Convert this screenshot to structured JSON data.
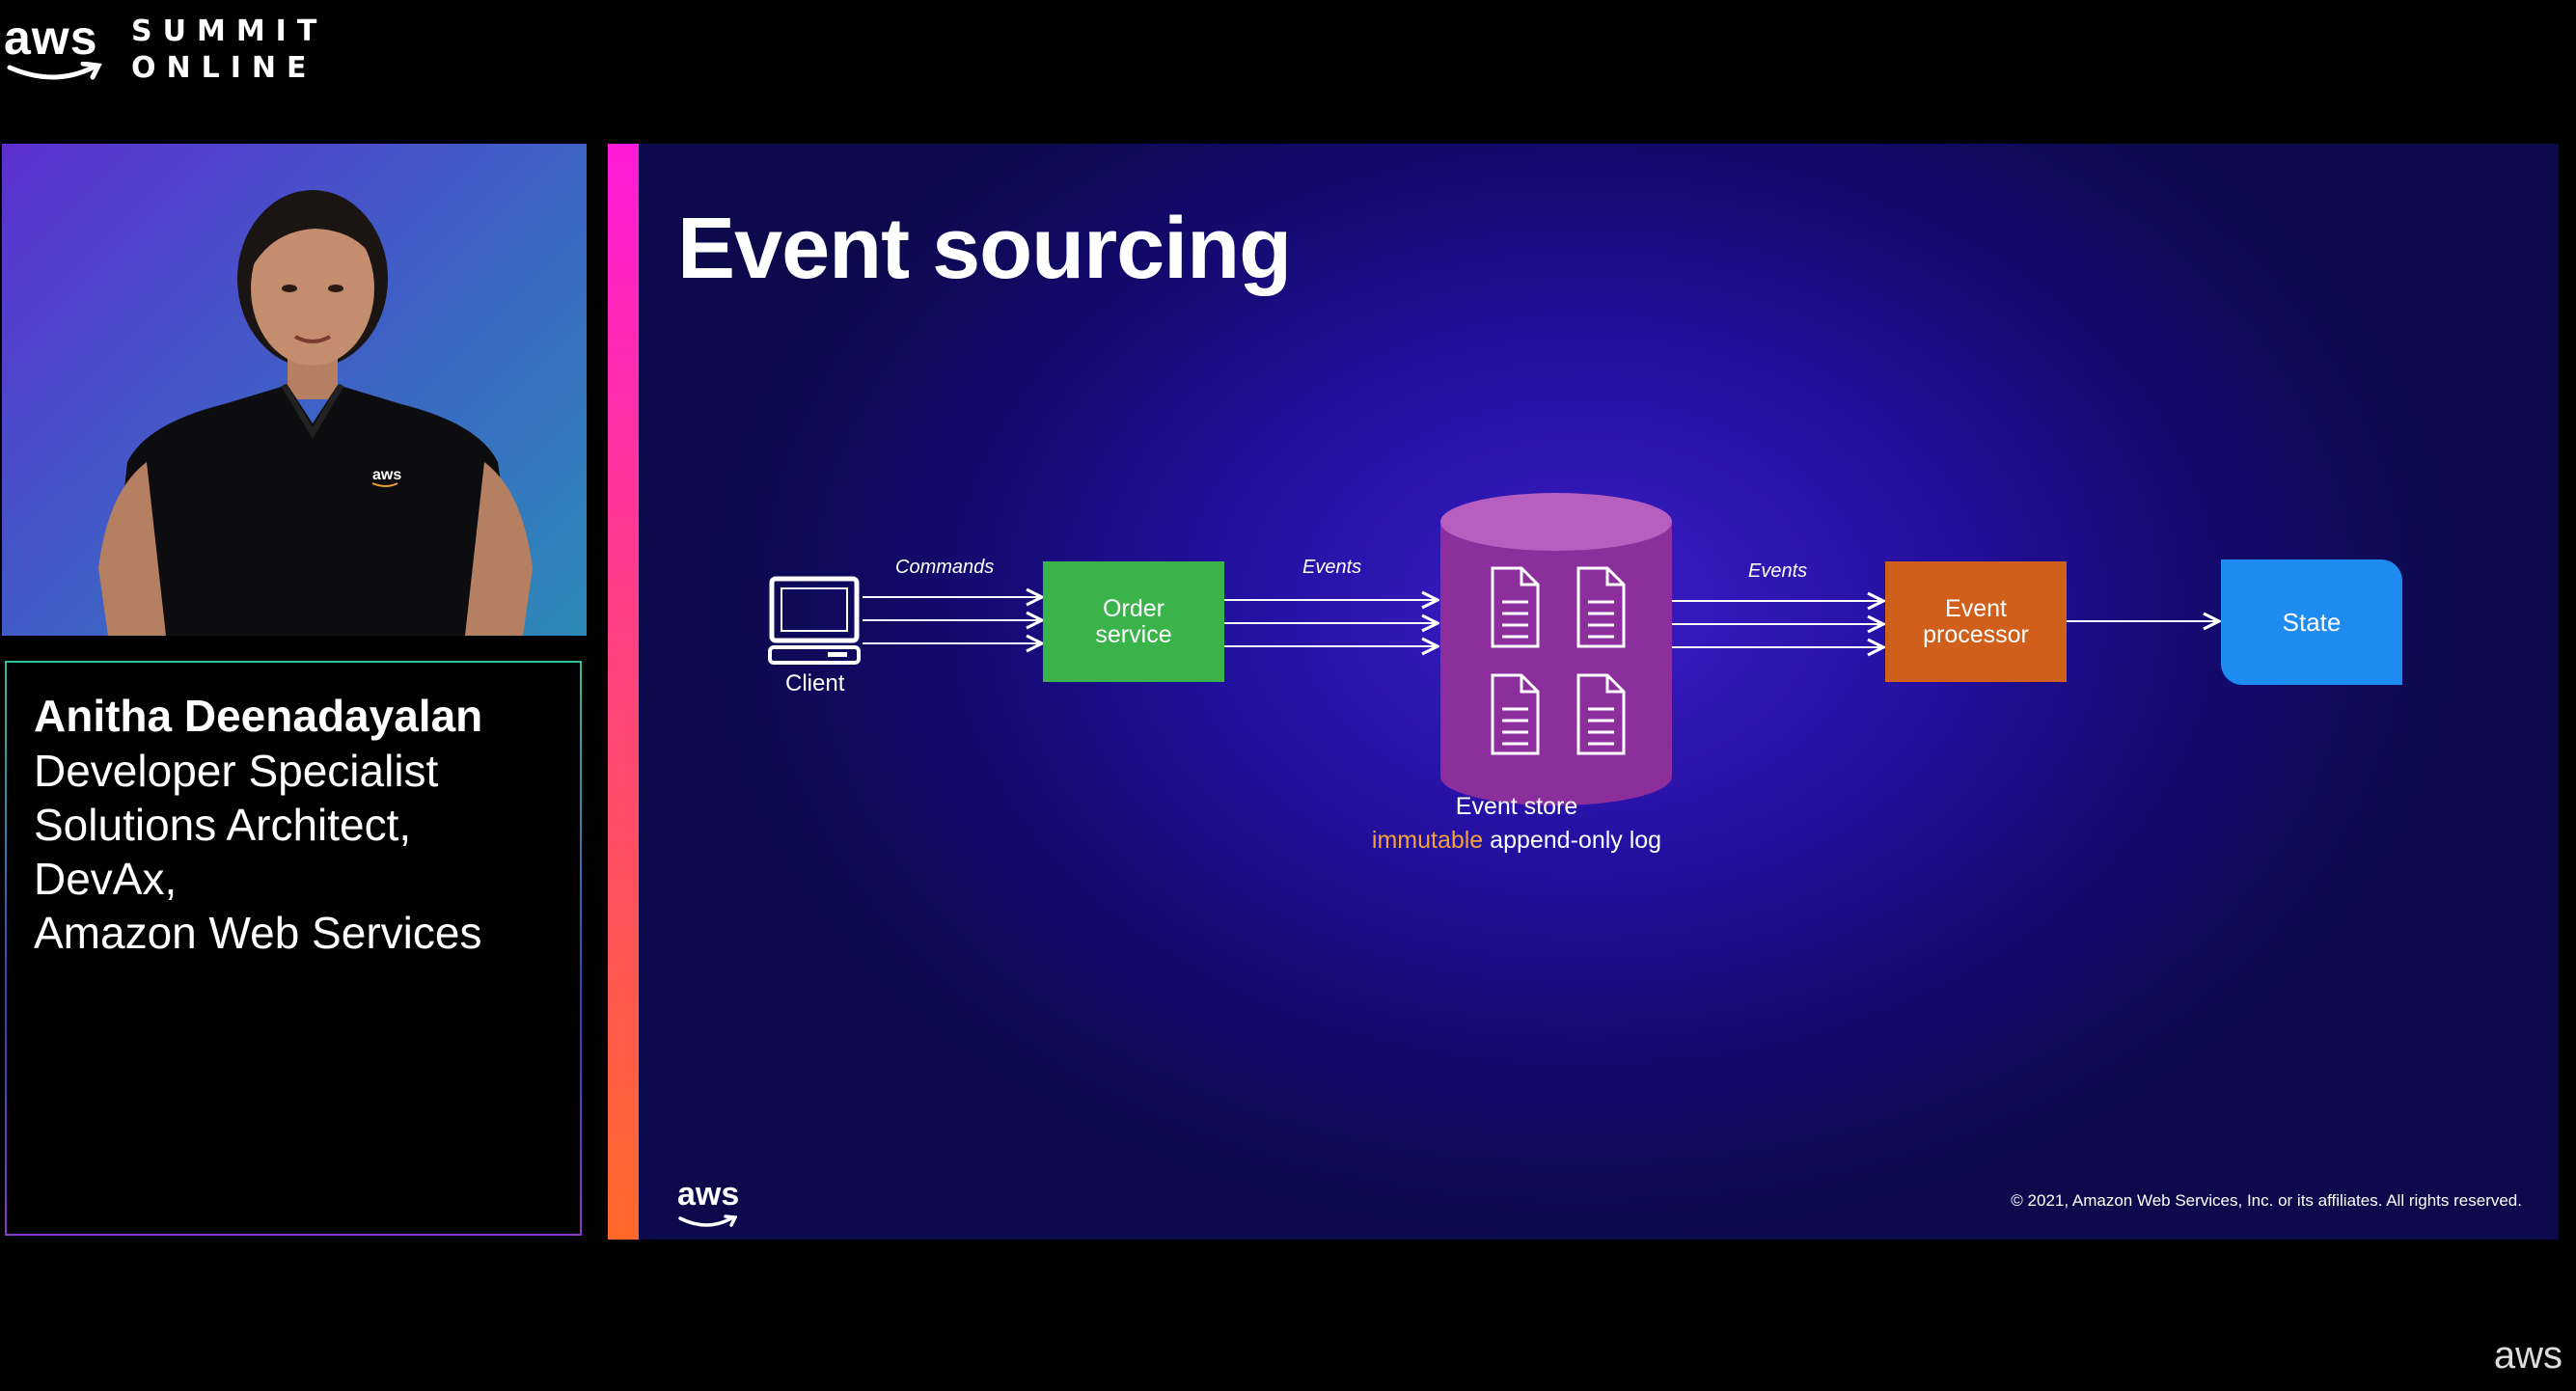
{
  "branding": {
    "aws": "aws",
    "summit_line1": "SUMMIT",
    "summit_line2": "ONLINE"
  },
  "speaker": {
    "name": "Anitha Deenadayalan",
    "role_lines": [
      "Developer Specialist",
      "Solutions Architect,",
      "DevAx,",
      "Amazon Web Services"
    ],
    "shirt_logo": "aws"
  },
  "slide": {
    "title": "Event sourcing",
    "client_label": "Client",
    "commands_label": "Commands",
    "order_service": [
      "Order",
      "service"
    ],
    "events_label_1": "Events",
    "event_store_title": "Event store",
    "event_store_highlight": "immutable",
    "event_store_rest": " append-only log",
    "events_label_2": "Events",
    "event_processor": [
      "Event",
      "processor"
    ],
    "state": "State",
    "footer_logo": "aws",
    "copyright": "© 2021, Amazon Web Services, Inc. or its affiliates. All rights reserved."
  },
  "colors": {
    "order_service": "#3ab34a",
    "event_processor": "#d05f1c",
    "state": "#1e8bf0",
    "event_store": "#8c2f9c",
    "highlight": "#f4a23a"
  },
  "corner_logo": "aws"
}
